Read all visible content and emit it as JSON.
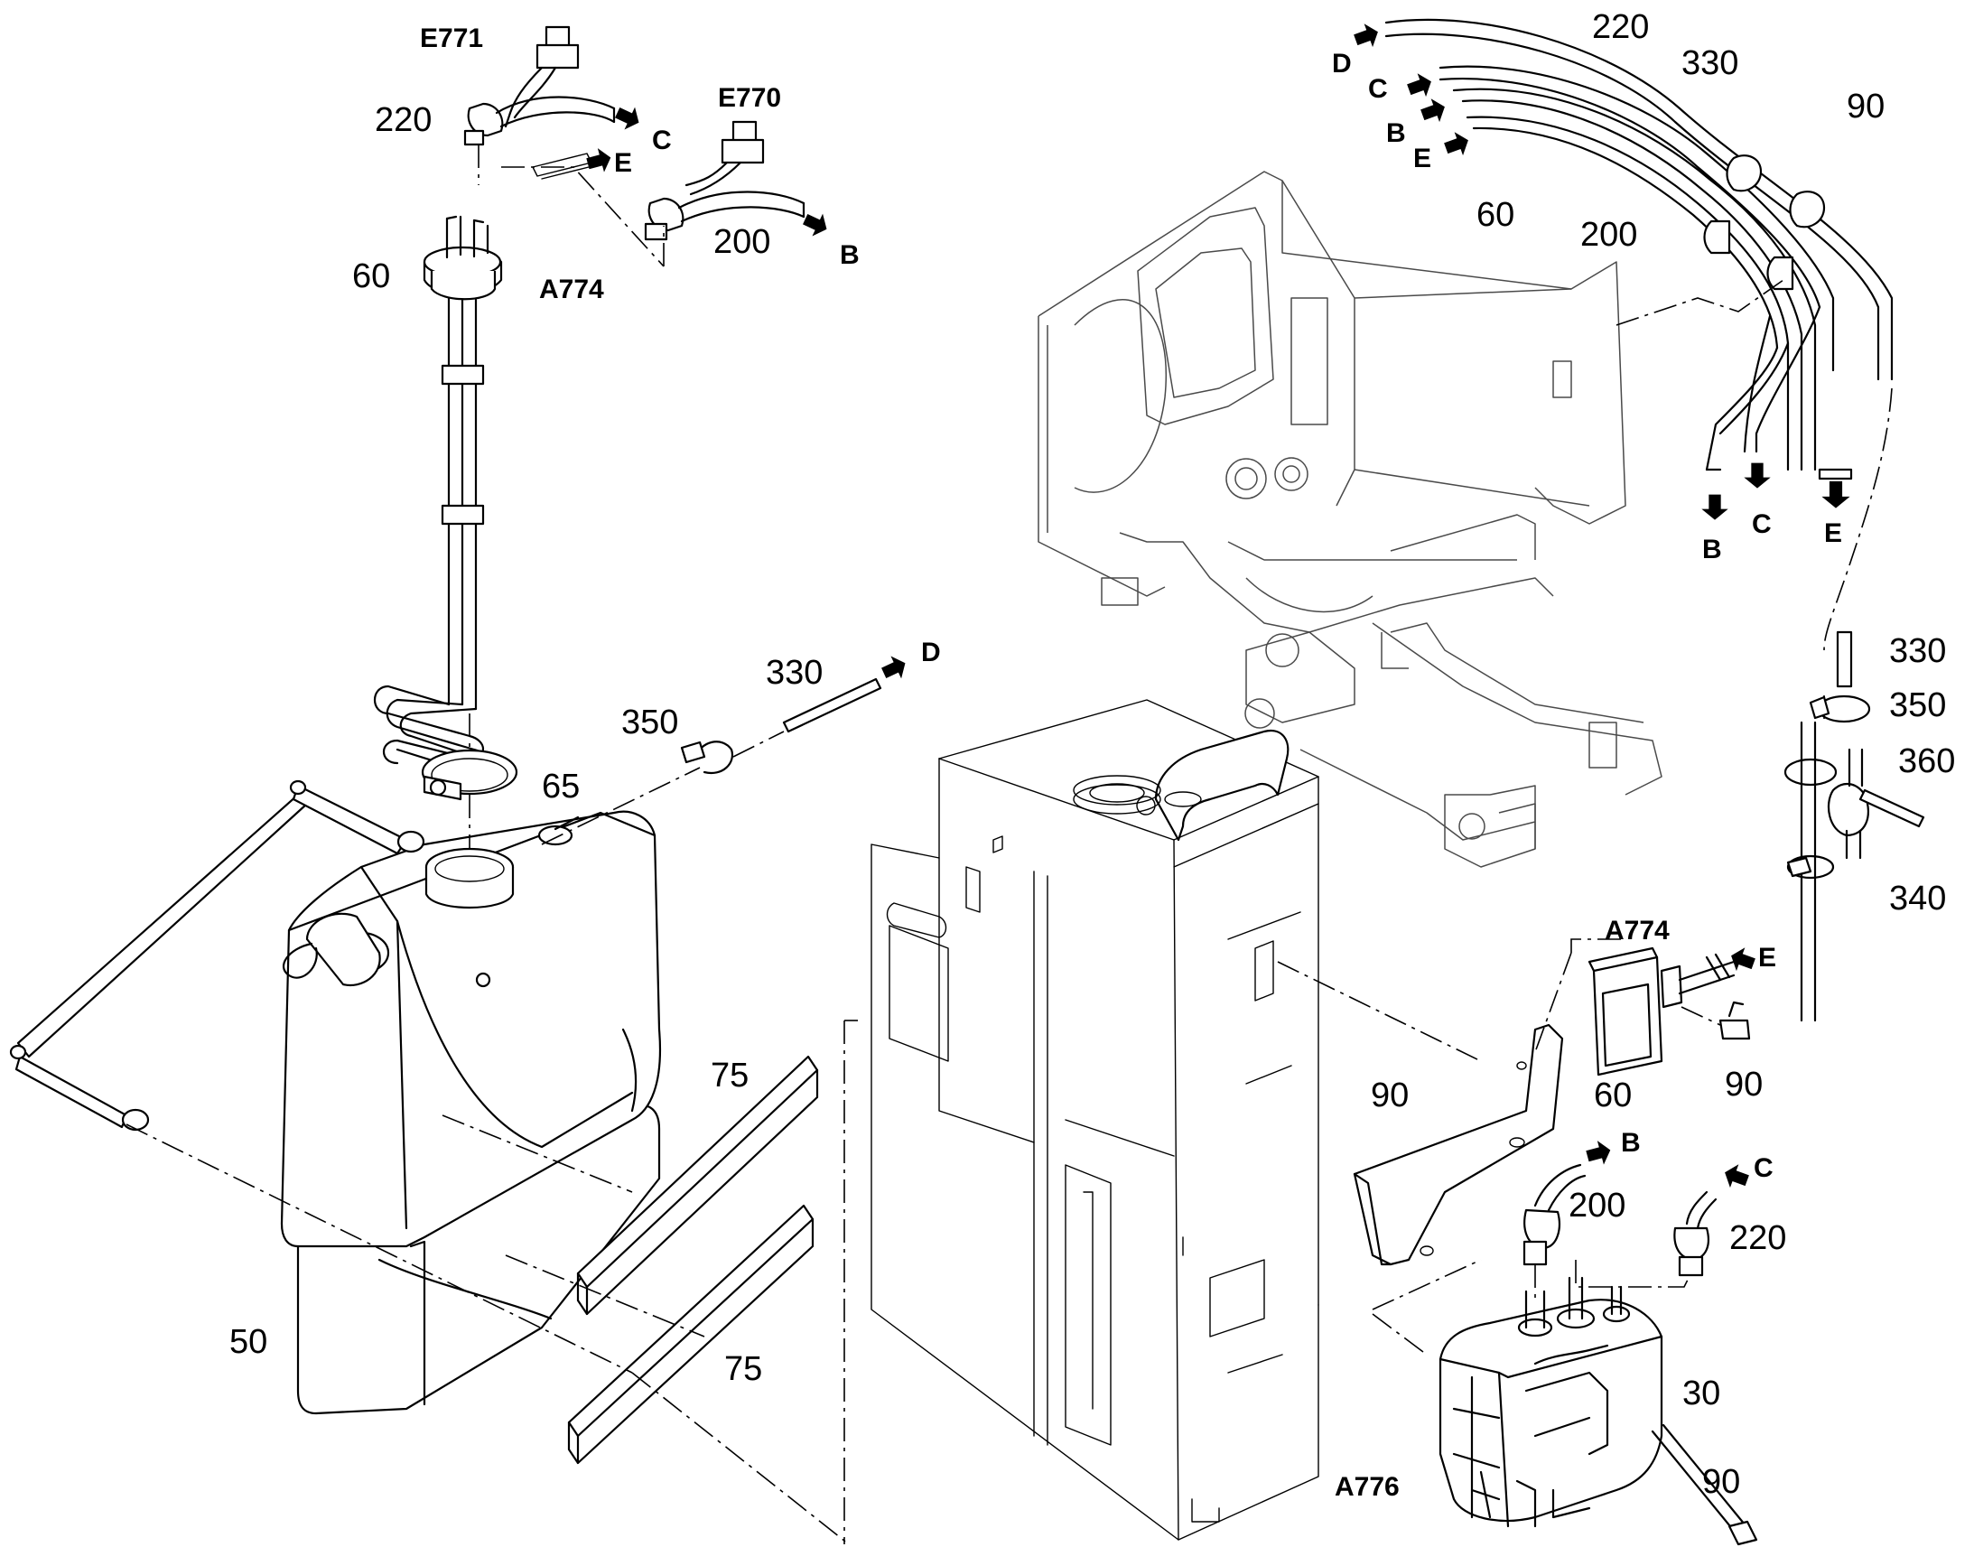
{
  "labels": {
    "e771": "E771",
    "e770": "E770",
    "a774_top": "A774",
    "a774_right": "A774",
    "a776": "A776",
    "n220_top": "220",
    "n200_top": "200",
    "n60_top": "60",
    "n65": "65",
    "n350_left": "350",
    "n330_left": "330",
    "n75_upper": "75",
    "n75_lower": "75",
    "n50": "50",
    "n220_hose_top": "220",
    "n330_hose_top": "330",
    "n90_top": "90",
    "n60_hose": "60",
    "n200_hose": "200",
    "n330_right": "330",
    "n350_right": "350",
    "n360": "360",
    "n340": "340",
    "n90_bracket": "90",
    "n60_bracket": "60",
    "n90_bolt_upper": "90",
    "n200_pump": "200",
    "n220_pump": "220",
    "n30": "30",
    "n90_bolt_lower": "90"
  },
  "arrows": {
    "c_top": "C",
    "e_top": "E",
    "b_top": "B",
    "d_left": "D",
    "d_hose": "D",
    "c_hose": "C",
    "b_hose": "B",
    "e_hose": "E",
    "b_down": "B",
    "c_down": "C",
    "e_down": "E",
    "e_bracket": "E",
    "b_pump": "B",
    "c_pump": "C"
  }
}
